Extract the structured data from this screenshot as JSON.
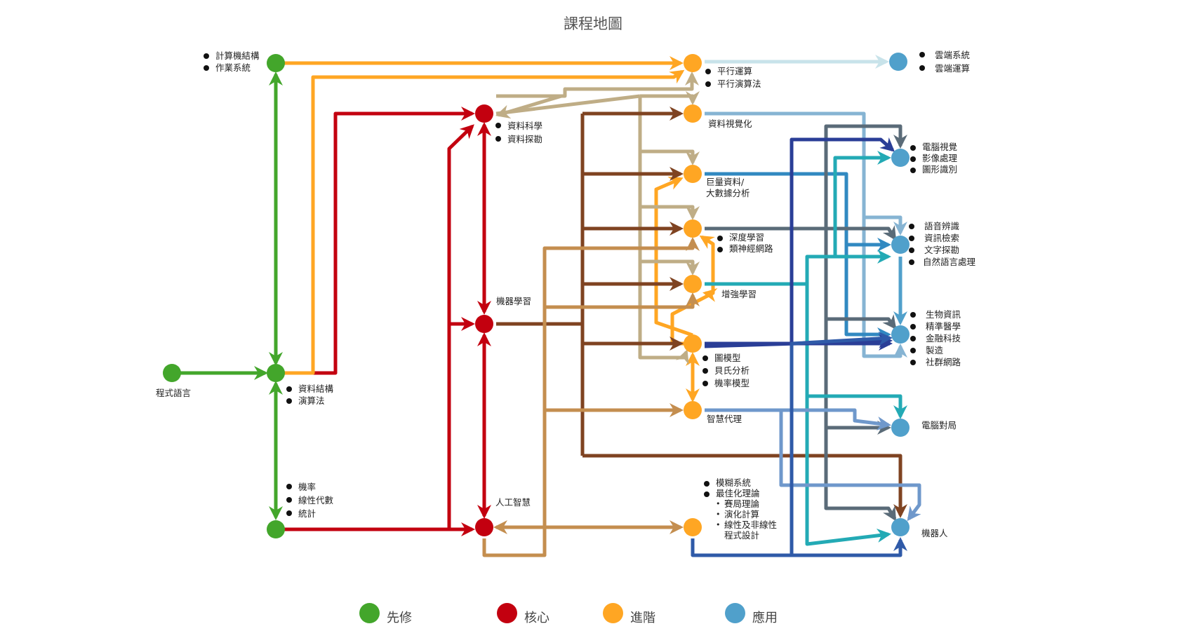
{
  "title": "課程地圖",
  "colors": {
    "prerequisite": "#43a62b",
    "core": "#c3000f",
    "advanced": "#ffa623",
    "application": "#50a0cb",
    "edge_brown": "#7f4321",
    "edge_tan": "#bfad86",
    "edge_lightbrown": "#c48e4f",
    "edge_navy": "#2a3e97",
    "edge_teal": "#23aab5",
    "edge_steel": "#5a6b78",
    "edge_blue": "#3189c1",
    "edge_lightblue": "#86b4d3",
    "edge_paleblue": "#c8e3ea",
    "edge_periwinkle": "#6f98cb",
    "edge_royal": "#2f5aa8"
  },
  "nodes": [
    {
      "id": "programming",
      "type": "prerequisite",
      "label_items": [
        "程式語言"
      ],
      "bullets": false
    },
    {
      "id": "computer-arch",
      "type": "prerequisite",
      "label_items": [
        "計算機結構",
        "作業系統"
      ],
      "bullets": true
    },
    {
      "id": "data-structures",
      "type": "prerequisite",
      "label_items": [
        "資料結構",
        "演算法"
      ],
      "bullets": true
    },
    {
      "id": "math",
      "type": "prerequisite",
      "label_items": [
        "機率",
        "線性代數",
        "統計"
      ],
      "bullets": true
    },
    {
      "id": "data-science",
      "type": "core",
      "label_items": [
        "資料科學",
        "資料探勘"
      ],
      "bullets": true
    },
    {
      "id": "machine-learning",
      "type": "core",
      "label_items": [
        "機器學習"
      ],
      "bullets": false
    },
    {
      "id": "ai",
      "type": "core",
      "label_items": [
        "人工智慧"
      ],
      "bullets": false
    },
    {
      "id": "parallel",
      "type": "advanced",
      "label_items": [
        "平行運算",
        "平行演算法"
      ],
      "bullets": true
    },
    {
      "id": "visualization",
      "type": "advanced",
      "label_items": [
        "資料視覺化"
      ],
      "bullets": false
    },
    {
      "id": "big-data",
      "type": "advanced",
      "label_items": [
        "巨量資料/",
        "大數據分析"
      ],
      "bullets": false
    },
    {
      "id": "deep-learning",
      "type": "advanced",
      "label_items": [
        "深度學習",
        "類神經網路"
      ],
      "bullets": true
    },
    {
      "id": "reinforcement",
      "type": "advanced",
      "label_items": [
        "增強學習"
      ],
      "bullets": false
    },
    {
      "id": "graphical-models",
      "type": "advanced",
      "label_items": [
        "圖模型",
        "貝氏分析",
        "機率模型"
      ],
      "bullets": true
    },
    {
      "id": "intelligent-agents",
      "type": "advanced",
      "label_items": [
        "智慧代理"
      ],
      "bullets": false
    },
    {
      "id": "fuzzy-opt",
      "type": "advanced",
      "label_items": [
        "模糊系統",
        "最佳化理論"
      ],
      "sub_items": [
        "賽局理論",
        "演化計算",
        "線性及非線性",
        "程式設計"
      ],
      "bullets": true
    },
    {
      "id": "cloud",
      "type": "application",
      "label_items": [
        "雲端系統",
        "雲端運算"
      ],
      "bullets": true
    },
    {
      "id": "vision",
      "type": "application",
      "label_items": [
        "電腦視覺",
        "影像處理",
        "圖形識別"
      ],
      "bullets": true
    },
    {
      "id": "nlp",
      "type": "application",
      "label_items": [
        "語音辨識",
        "資訊檢索",
        "文字探勘",
        "自然語言處理"
      ],
      "bullets": true
    },
    {
      "id": "bio-fintech",
      "type": "application",
      "label_items": [
        "生物資訊",
        "精準醫學",
        "金融科技",
        "製造",
        "社群網路"
      ],
      "bullets": true
    },
    {
      "id": "computer-games",
      "type": "application",
      "label_items": [
        "電腦對局"
      ],
      "bullets": false
    },
    {
      "id": "robotics",
      "type": "application",
      "label_items": [
        "機器人"
      ],
      "bullets": false
    }
  ],
  "legend": [
    {
      "key": "prerequisite",
      "label": "先修"
    },
    {
      "key": "core",
      "label": "核心"
    },
    {
      "key": "advanced",
      "label": "進階"
    },
    {
      "key": "application",
      "label": "應用"
    }
  ]
}
